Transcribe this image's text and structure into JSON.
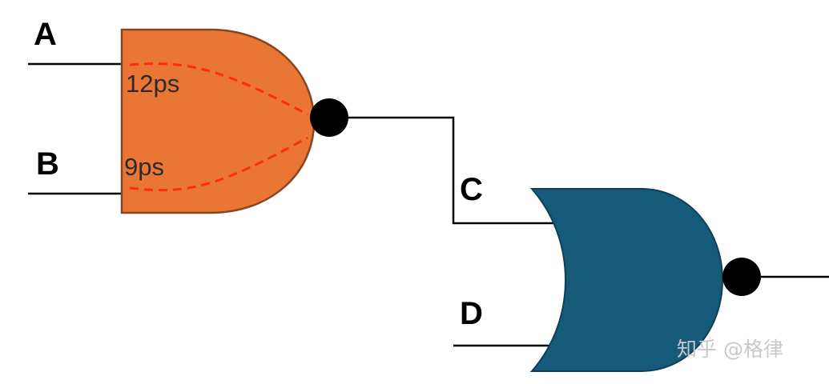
{
  "inputs": {
    "a": "A",
    "b": "B",
    "c": "C",
    "d": "D"
  },
  "delays": {
    "path_a": "12ps",
    "path_b": "9ps"
  },
  "watermark": "知乎 @格律",
  "colors": {
    "nand_fill": "#E97635",
    "nand_stroke": "#8A4420",
    "nor_fill": "#165A7A",
    "wire": "#000000",
    "delay_path": "#FF2A12",
    "bubble": "#000000"
  },
  "icons": {
    "nand_gate": "nand-gate-icon",
    "nor_gate": "nor-gate-icon"
  }
}
